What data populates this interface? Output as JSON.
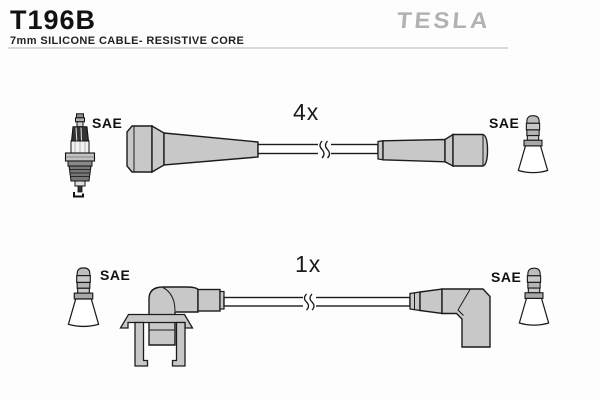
{
  "header": {
    "part_number": "T196B",
    "subtitle": "7mm SILICONE CABLE- RESISTIVE CORE",
    "brand_logo": "TESLA"
  },
  "assemblies": {
    "top": {
      "quantity": "4x",
      "left_connector_label": "SAE",
      "right_connector_label": "SAE",
      "description": "straight distributor boot cable"
    },
    "bottom": {
      "quantity": "1x",
      "left_connector_label": "SAE",
      "right_connector_label": "SAE",
      "description": "angled boot cable with mounting bracket"
    }
  },
  "icons": {
    "left_top": "spark-plug-icon",
    "right_top": "sae-terminal-icon",
    "left_bottom": "sae-terminal-icon",
    "right_bottom": "sae-terminal-icon",
    "cable_interrupt": "cable-break-icon"
  },
  "colors": {
    "background": "#fdfdfd",
    "outline": "#1c1c1c",
    "boot_gray": "#c8c8c8",
    "collar_gray": "#a8a8a8",
    "brand_gray": "#b2b2b2",
    "divider_gray": "#d9d9d9"
  }
}
